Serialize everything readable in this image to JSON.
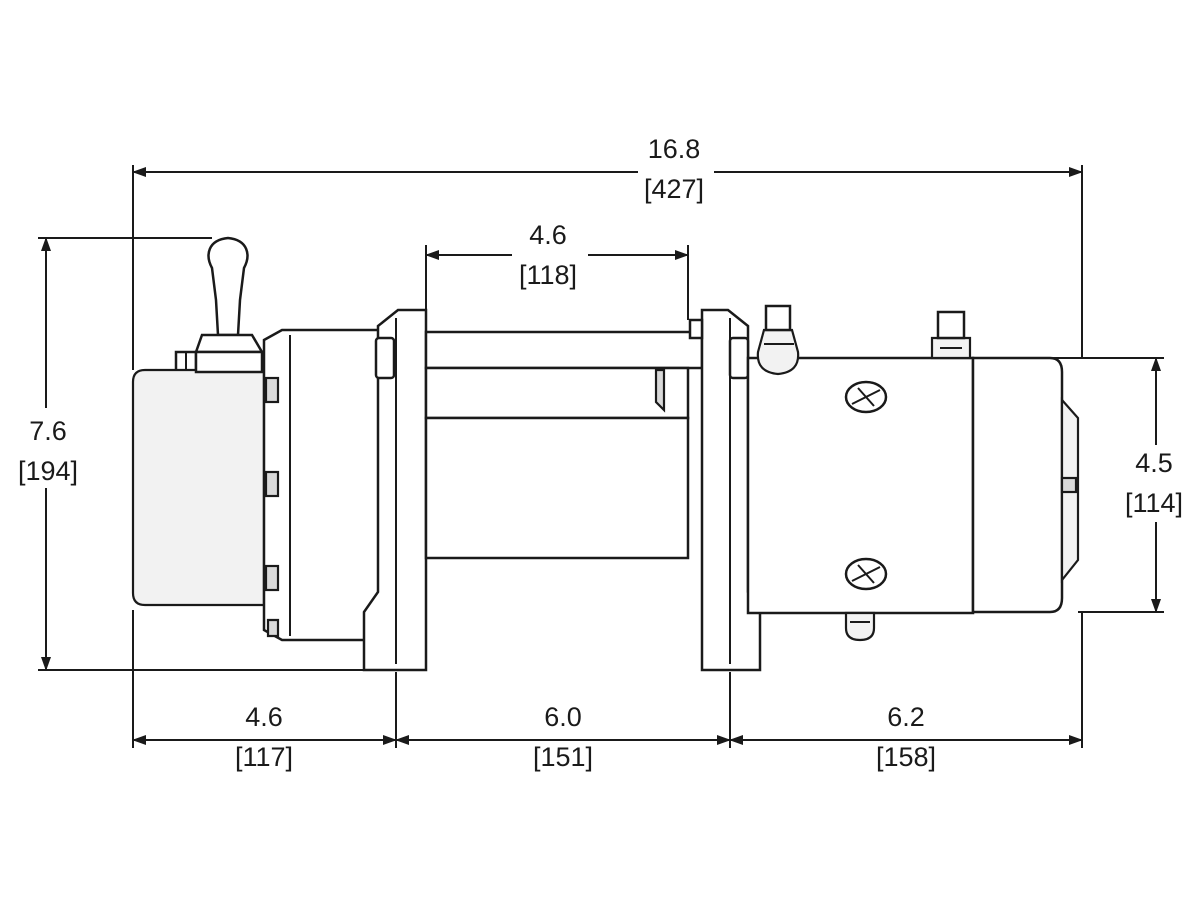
{
  "dimensions": {
    "overall_length": {
      "inch": "16.8",
      "mm": "[427]"
    },
    "drum_length": {
      "inch": "4.6",
      "mm": "[118]"
    },
    "overall_height": {
      "inch": "7.6",
      "mm": "[194]"
    },
    "motor_height": {
      "inch": "4.5",
      "mm": "[114]"
    },
    "gearbox_section": {
      "inch": "4.6",
      "mm": "[117]"
    },
    "drum_section": {
      "inch": "6.0",
      "mm": "[151]"
    },
    "motor_section": {
      "inch": "6.2",
      "mm": "[158]"
    }
  },
  "colors": {
    "line": "#1a1a1a",
    "background": "#ffffff"
  }
}
